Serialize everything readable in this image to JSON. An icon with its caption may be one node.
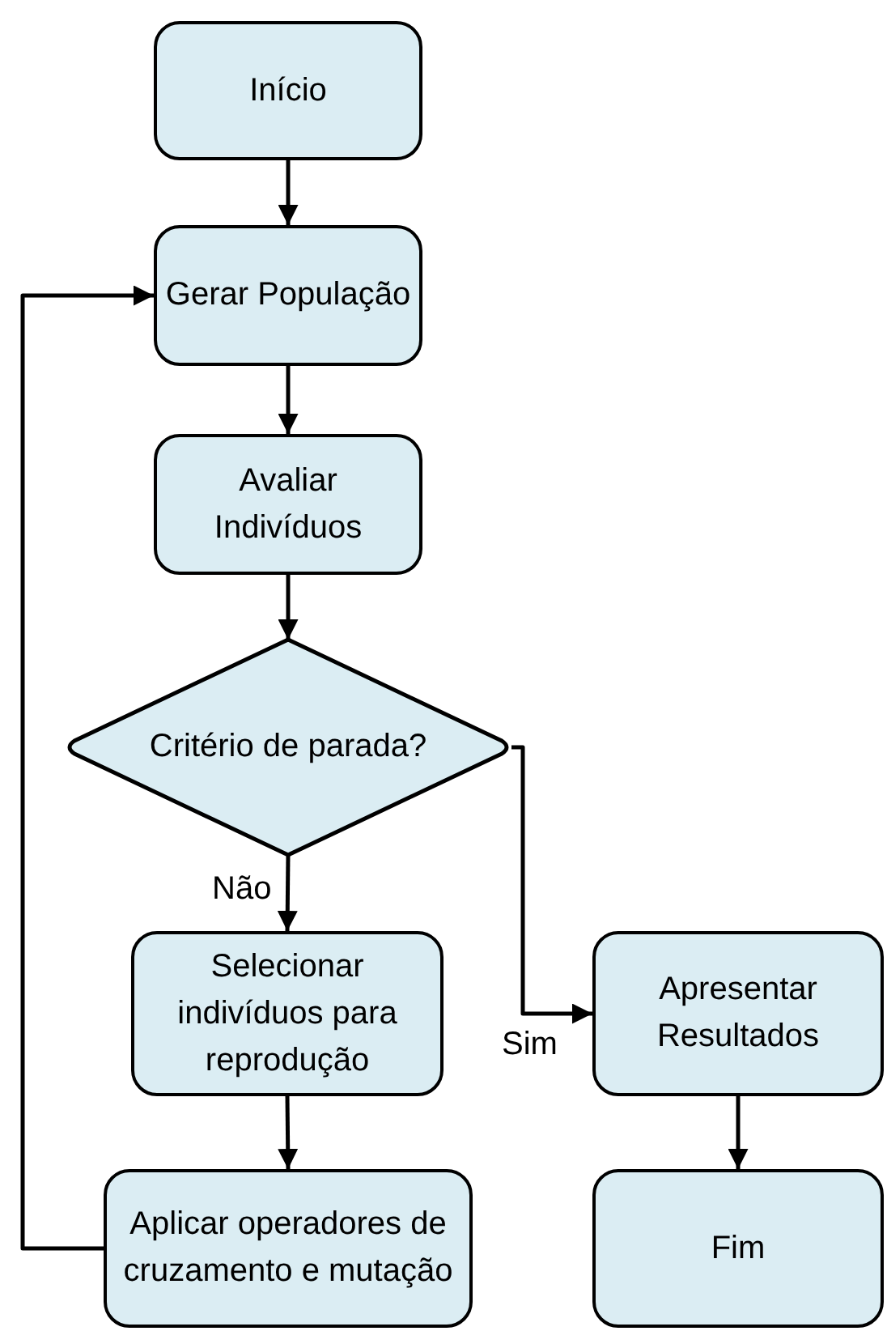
{
  "diagram": {
    "nodes": [
      {
        "text": [
          "Início"
        ]
      },
      {
        "text": [
          "Gerar População"
        ]
      },
      {
        "text": [
          "Avaliar Indivíduos"
        ]
      },
      {
        "text": [
          "Critério de parada?"
        ]
      },
      {
        "text": [
          "Selecionar indivíduos para reprodução"
        ]
      },
      {
        "text": [
          "Aplicar operadores de cruzamento e mutação"
        ]
      },
      {
        "text": [
          "Apresentar Resultados"
        ]
      },
      {
        "text": [
          "Fim"
        ]
      }
    ],
    "edges": [
      {
        "from": 0,
        "to": 1,
        "arrow": "to"
      },
      {
        "from": 1,
        "to": 2,
        "arrow": "to"
      },
      {
        "from": 2,
        "to": 3,
        "arrow": "to"
      },
      {
        "from": 3,
        "to": 4,
        "arrow": "to",
        "label": "Não"
      },
      {
        "from": 3,
        "to": 6,
        "arrow": "to",
        "label": "Sim"
      },
      {
        "from": 4,
        "to": 5,
        "arrow": "to"
      },
      {
        "from": 5,
        "to": 1,
        "arrow": "to"
      },
      {
        "from": 6,
        "to": 7,
        "arrow": "to"
      }
    ]
  }
}
